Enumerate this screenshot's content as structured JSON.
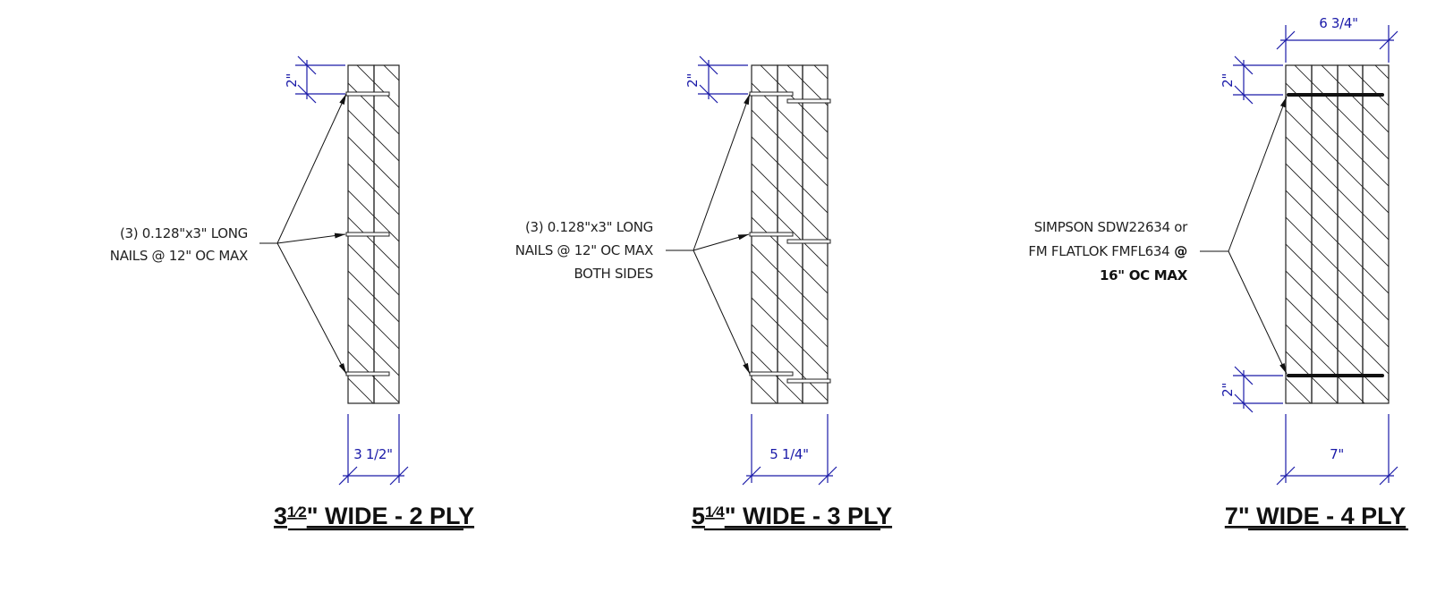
{
  "details": [
    {
      "title_main": "3",
      "title_frac": "1⁄2",
      "title_rest": "\" WIDE - 2 PLY",
      "callout_lines": [
        "(3)  0.128\"x3\" LONG",
        "NAILS @ 12\" OC MAX"
      ],
      "width_dim": "3 1/2\"",
      "edge_dim": "2\""
    },
    {
      "title_main": "5",
      "title_frac": "1⁄4",
      "title_rest": "\" WIDE - 3 PLY",
      "callout_lines": [
        "(3)  0.128\"x3\" LONG",
        "NAILS @ 12\" OC MAX",
        "BOTH SIDES"
      ],
      "width_dim": "5 1/4\"",
      "edge_dim": "2\""
    },
    {
      "title_main": "7\" WIDE - 4 PLY",
      "callout_line1": "SIMPSON  SDW22634 or",
      "callout_line2": "FM FLATLOK FMFL634",
      "callout_line2_bold": " @",
      "callout_line3": "16\" OC MAX",
      "top_dim": "6 3/4\"",
      "width_dim": "7\"",
      "edge_dim_top": "2\"",
      "edge_dim_bottom": "2\""
    }
  ]
}
